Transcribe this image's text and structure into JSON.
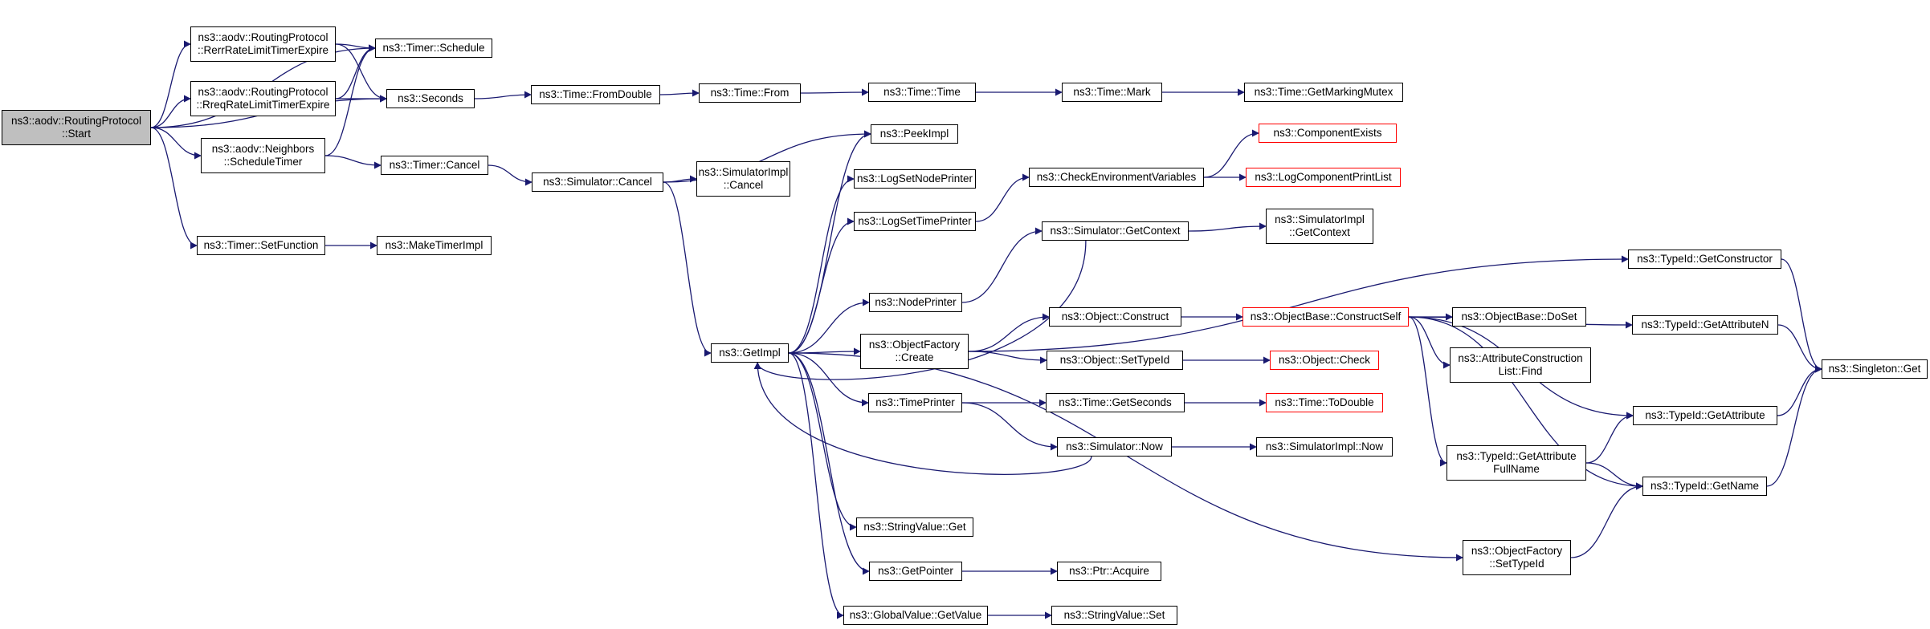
{
  "colors": {
    "edge": "#191970",
    "border": "#000000",
    "root_fill": "#bfbfbf",
    "truncated_border": "#ff0000"
  },
  "nodes": [
    {
      "id": "start",
      "label": "ns3::aodv::RoutingProtocol\n::Start",
      "style": "root"
    },
    {
      "id": "rerr",
      "label": "ns3::aodv::RoutingProtocol\n::RerrRateLimitTimerExpire"
    },
    {
      "id": "rreq",
      "label": "ns3::aodv::RoutingProtocol\n::RreqRateLimitTimerExpire"
    },
    {
      "id": "neigh",
      "label": "ns3::aodv::Neighbors\n::ScheduleTimer"
    },
    {
      "id": "setfunc",
      "label": "ns3::Timer::SetFunction"
    },
    {
      "id": "schedule",
      "label": "ns3::Timer::Schedule"
    },
    {
      "id": "seconds",
      "label": "ns3::Seconds"
    },
    {
      "id": "tcancel",
      "label": "ns3::Timer::Cancel"
    },
    {
      "id": "maketimer",
      "label": "ns3::MakeTimerImpl"
    },
    {
      "id": "fromdouble",
      "label": "ns3::Time::FromDouble"
    },
    {
      "id": "from",
      "label": "ns3::Time::From"
    },
    {
      "id": "ttime",
      "label": "ns3::Time::Time"
    },
    {
      "id": "mark",
      "label": "ns3::Time::Mark"
    },
    {
      "id": "mutex",
      "label": "ns3::Time::GetMarkingMutex"
    },
    {
      "id": "scancel",
      "label": "ns3::Simulator::Cancel"
    },
    {
      "id": "simplcancel",
      "label": "ns3::SimulatorImpl\n::Cancel"
    },
    {
      "id": "getimpl",
      "label": "ns3::GetImpl"
    },
    {
      "id": "peek",
      "label": "ns3::PeekImpl"
    },
    {
      "id": "lognode",
      "label": "ns3::LogSetNodePrinter"
    },
    {
      "id": "logtime",
      "label": "ns3::LogSetTimePrinter"
    },
    {
      "id": "nodeprinter",
      "label": "ns3::NodePrinter"
    },
    {
      "id": "ofcreate",
      "label": "ns3::ObjectFactory\n::Create"
    },
    {
      "id": "timeprinter",
      "label": "ns3::TimePrinter"
    },
    {
      "id": "svget",
      "label": "ns3::StringValue::Get"
    },
    {
      "id": "getpointer",
      "label": "ns3::GetPointer"
    },
    {
      "id": "gvget",
      "label": "ns3::GlobalValue::GetValue"
    },
    {
      "id": "checkenv",
      "label": "ns3::CheckEnvironmentVariables"
    },
    {
      "id": "compexists",
      "label": "ns3::ComponentExists",
      "style": "truncated"
    },
    {
      "id": "logcomp",
      "label": "ns3::LogComponentPrintList",
      "style": "truncated"
    },
    {
      "id": "getcontext",
      "label": "ns3::Simulator::GetContext"
    },
    {
      "id": "simplctx",
      "label": "ns3::SimulatorImpl\n::GetContext"
    },
    {
      "id": "objconstruct",
      "label": "ns3::Object::Construct"
    },
    {
      "id": "objsettype",
      "label": "ns3::Object::SetTypeId"
    },
    {
      "id": "getseconds",
      "label": "ns3::Time::GetSeconds"
    },
    {
      "id": "simnow",
      "label": "ns3::Simulator::Now"
    },
    {
      "id": "ptracquire",
      "label": "ns3::Ptr::Acquire"
    },
    {
      "id": "svset",
      "label": "ns3::StringValue::Set"
    },
    {
      "id": "constructself",
      "label": "ns3::ObjectBase::ConstructSelf",
      "style": "truncated"
    },
    {
      "id": "objcheck",
      "label": "ns3::Object::Check",
      "style": "truncated"
    },
    {
      "id": "todouble",
      "label": "ns3::Time::ToDouble",
      "style": "truncated"
    },
    {
      "id": "simplnow",
      "label": "ns3::SimulatorImpl::Now"
    },
    {
      "id": "dosset",
      "label": "ns3::ObjectBase::DoSet"
    },
    {
      "id": "acfind",
      "label": "ns3::AttributeConstruction\nList::Find"
    },
    {
      "id": "gafullname",
      "label": "ns3::TypeId::GetAttribute\nFullName"
    },
    {
      "id": "ofsettype",
      "label": "ns3::ObjectFactory\n::SetTypeId"
    },
    {
      "id": "getconstructor",
      "label": "ns3::TypeId::GetConstructor"
    },
    {
      "id": "getattrn",
      "label": "ns3::TypeId::GetAttributeN"
    },
    {
      "id": "getattr",
      "label": "ns3::TypeId::GetAttribute"
    },
    {
      "id": "getname",
      "label": "ns3::TypeId::GetName"
    },
    {
      "id": "singleton",
      "label": "ns3::Singleton::Get"
    }
  ],
  "edges": [
    [
      "start",
      "rerr"
    ],
    [
      "start",
      "rreq"
    ],
    [
      "start",
      "neigh"
    ],
    [
      "start",
      "setfunc"
    ],
    [
      "start",
      "schedule"
    ],
    [
      "start",
      "seconds"
    ],
    [
      "rerr",
      "schedule"
    ],
    [
      "rerr",
      "seconds"
    ],
    [
      "rreq",
      "schedule"
    ],
    [
      "rreq",
      "seconds"
    ],
    [
      "neigh",
      "schedule"
    ],
    [
      "neigh",
      "tcancel"
    ],
    [
      "setfunc",
      "maketimer"
    ],
    [
      "seconds",
      "fromdouble"
    ],
    [
      "fromdouble",
      "from"
    ],
    [
      "from",
      "ttime"
    ],
    [
      "ttime",
      "mark"
    ],
    [
      "mark",
      "mutex"
    ],
    [
      "tcancel",
      "scancel"
    ],
    [
      "scancel",
      "simplcancel"
    ],
    [
      "scancel",
      "peek"
    ],
    [
      "scancel",
      "getimpl"
    ],
    [
      "getimpl",
      "peek"
    ],
    [
      "getimpl",
      "lognode"
    ],
    [
      "getimpl",
      "logtime"
    ],
    [
      "getimpl",
      "nodeprinter"
    ],
    [
      "getimpl",
      "ofcreate"
    ],
    [
      "getimpl",
      "timeprinter"
    ],
    [
      "getimpl",
      "svget"
    ],
    [
      "getimpl",
      "getpointer"
    ],
    [
      "getimpl",
      "gvget"
    ],
    [
      "getimpl",
      "ofsettype"
    ],
    [
      "logtime",
      "checkenv"
    ],
    [
      "checkenv",
      "compexists"
    ],
    [
      "checkenv",
      "logcomp"
    ],
    [
      "nodeprinter",
      "getcontext"
    ],
    [
      "getcontext",
      "simplctx"
    ],
    [
      "getcontext",
      "getimpl"
    ],
    [
      "ofcreate",
      "objconstruct"
    ],
    [
      "ofcreate",
      "objsettype"
    ],
    [
      "ofcreate",
      "getconstructor"
    ],
    [
      "objconstruct",
      "constructself"
    ],
    [
      "objsettype",
      "objcheck"
    ],
    [
      "timeprinter",
      "getseconds"
    ],
    [
      "timeprinter",
      "simnow"
    ],
    [
      "getseconds",
      "todouble"
    ],
    [
      "simnow",
      "simplnow"
    ],
    [
      "simnow",
      "getimpl"
    ],
    [
      "getpointer",
      "ptracquire"
    ],
    [
      "gvget",
      "svset"
    ],
    [
      "constructself",
      "dosset"
    ],
    [
      "constructself",
      "acfind"
    ],
    [
      "constructself",
      "gafullname"
    ],
    [
      "constructself",
      "getattrn"
    ],
    [
      "constructself",
      "getattr"
    ],
    [
      "constructself",
      "getname"
    ],
    [
      "gafullname",
      "getattr"
    ],
    [
      "gafullname",
      "getname"
    ],
    [
      "ofsettype",
      "getname"
    ],
    [
      "getconstructor",
      "singleton"
    ],
    [
      "getattrn",
      "singleton"
    ],
    [
      "getattr",
      "singleton"
    ],
    [
      "getname",
      "singleton"
    ]
  ]
}
